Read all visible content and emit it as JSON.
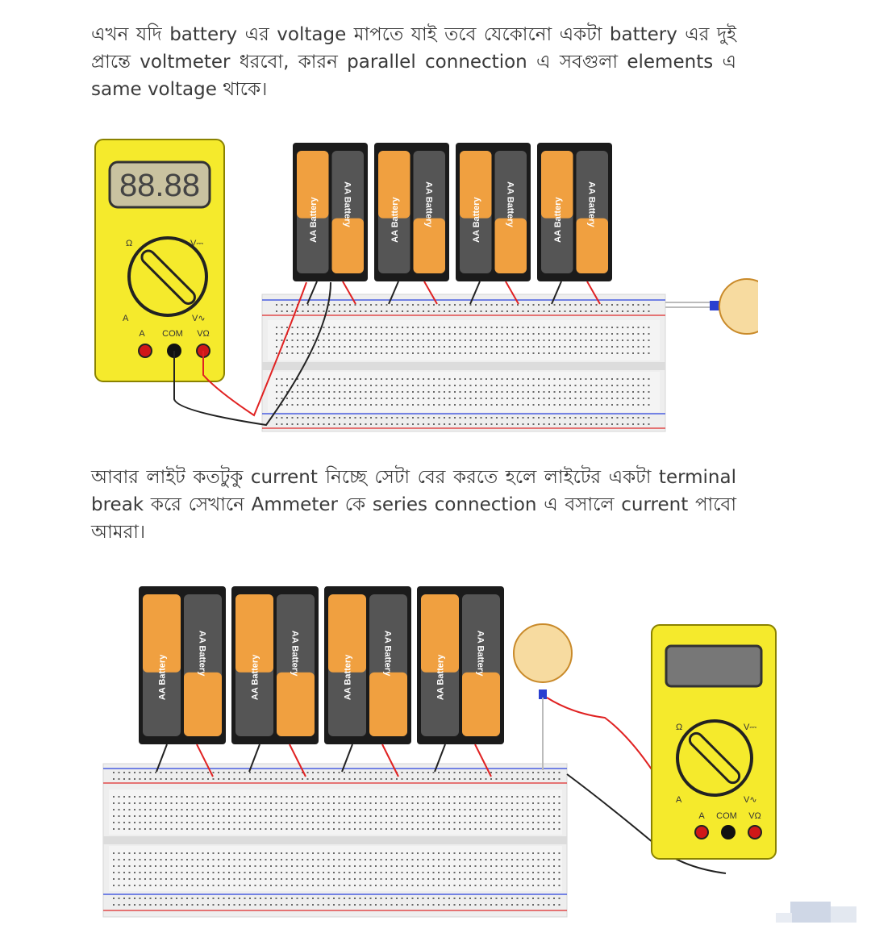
{
  "paragraphs": [
    "এখন যদি battery এর voltage মাপতে যাই তবে যেকোনো একটা battery এর দুই প্রান্তে voltmeter ধরবো, কারন parallel connection এ সবগুলা elements এ same voltage থাকে।",
    "আবার লাইট কতটুকু current নিচ্ছে সেটা বের করতে হলে লাইটের একটা terminal break করে সেখানে Ammeter কে series connection এ বসালে current পাবো আমরা।"
  ],
  "battery_label": "AA Battery",
  "multimeter": {
    "display": "88.88",
    "dial_ohm": "Ω",
    "dial_vdc": "V⎓",
    "dial_a": "A",
    "dial_vac": "V∿",
    "port_a": "A",
    "port_com": "COM",
    "port_v": "VΩ"
  },
  "colors": {
    "meter_body": "#f5ea2c",
    "wire_red": "#e02222",
    "wire_black": "#222222",
    "battery_orange": "#f0a040",
    "bulb": "#f7dba0"
  }
}
